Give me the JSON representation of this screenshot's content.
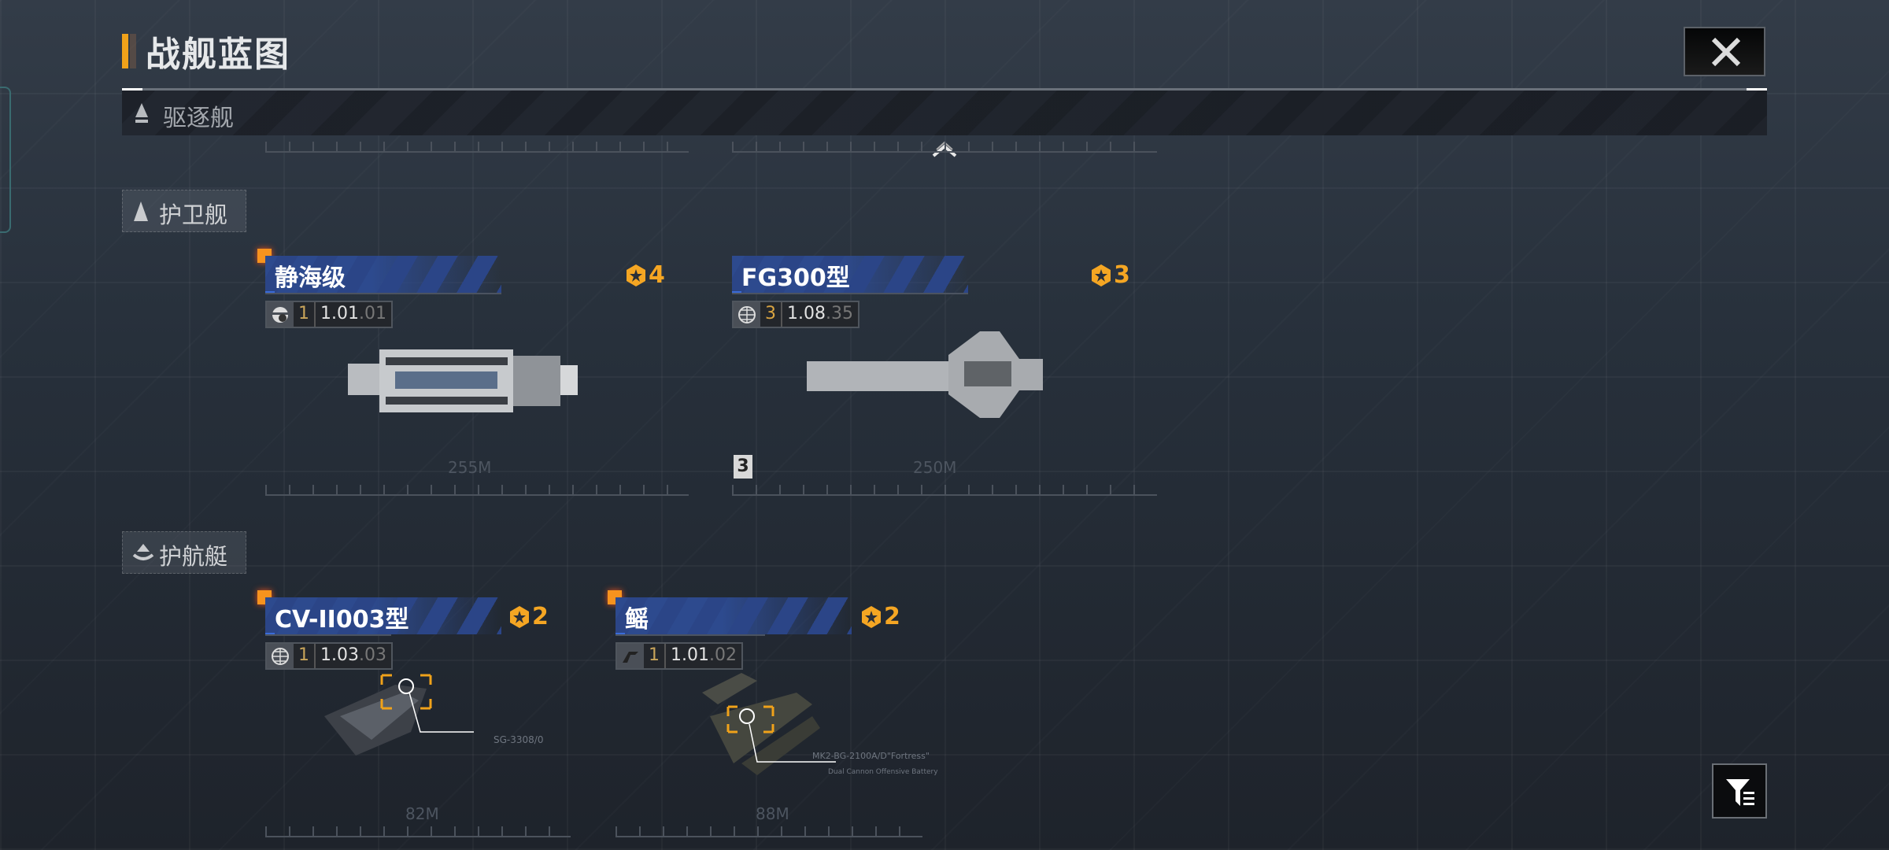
{
  "header": {
    "title": "战舰蓝图",
    "close_icon": "close-icon"
  },
  "sticky_category": {
    "label": "驱逐舰",
    "icon": "destroyer-icon"
  },
  "sections": [
    {
      "label": "护卫舰",
      "icon": "frigate-icon",
      "ships": [
        {
          "name": "静海级",
          "rank": "4",
          "tier": "1",
          "version": "1.01",
          "sub": ".01",
          "faction_icon": "gear-faction-icon",
          "length": "255M"
        },
        {
          "name": "FG300型",
          "rank": "3",
          "tier": "3",
          "version": "1.08",
          "sub": ".35",
          "faction_icon": "globe-icon",
          "length": "250M",
          "badge": "3"
        }
      ]
    },
    {
      "label": "护航艇",
      "icon": "corvette-icon",
      "ships": [
        {
          "name": "CV-II003型",
          "rank": "2",
          "tier": "1",
          "version": "1.03",
          "sub": ".03",
          "faction_icon": "globe-icon",
          "length": "82M",
          "callout": "SG-3308/0"
        },
        {
          "name": "鳐",
          "rank": "2",
          "tier": "1",
          "version": "1.01",
          "sub": ".02",
          "faction_icon": "wing-faction-icon",
          "length": "88M",
          "callout": "MK2-BG-2100A/D\"Fortress\"",
          "callout_sub": "Dual Cannon Offensive Battery"
        }
      ]
    }
  ],
  "colors": {
    "accent": "#f5a623",
    "band": "#2d4a8e",
    "marker": "#f7931e"
  }
}
